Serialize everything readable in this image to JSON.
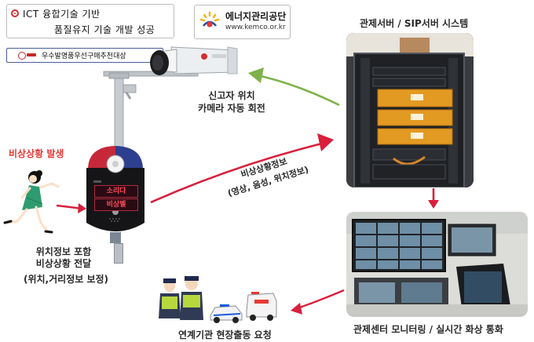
{
  "banner": {
    "line1": "ICT 융합기술 기반",
    "line2": "품질유지 기술 개발 성공",
    "certificate": "우수발명품우선구매추천대상"
  },
  "agency": {
    "name": "에너지관리공단",
    "url": "www.kemco.or.kr"
  },
  "labels": {
    "server_system": "관제서버 / SIP서버 시스템",
    "camera_rotate_1": "신고자 위치",
    "camera_rotate_2": "카메라 자동 회전",
    "emergency": "비상상황 발생",
    "location_info_1": "위치정보 포함",
    "location_info_2": "비상상황 전달",
    "location_info_3": "(위치,거리정보 보정)",
    "emergency_info_1": "비상상황정보",
    "emergency_info_2": "(영상, 음성, 위치정보)",
    "monitoring": "관제센터 모니터링 / 실시간 화상 통화",
    "dispatch": "연계기관 현장출동 요청"
  },
  "bell_display": {
    "line1": "소리다",
    "line2": "비상벨"
  },
  "colors": {
    "arrow_red": "#d81f3c",
    "arrow_green": "#7fb24a",
    "emergency_text": "#e53935",
    "bell_red": "#c6283a",
    "bell_blue": "#2d3f8f",
    "rack_orange": "#e39a22"
  }
}
